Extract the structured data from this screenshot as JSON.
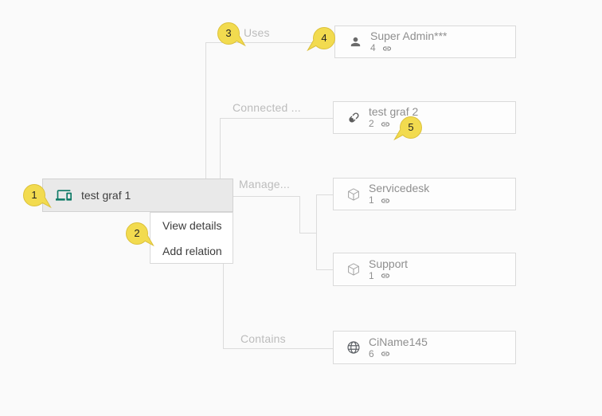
{
  "labels": {
    "uses": "Uses",
    "connected": "Connected ...",
    "manage": "Manage...",
    "contains": "Contains"
  },
  "nodes": {
    "root": {
      "title": "test graf 1",
      "icon": "devices-icon"
    },
    "super_admin": {
      "title": "Super Admin***",
      "count": "4",
      "icon": "person-icon"
    },
    "test_graf_2": {
      "title": "test graf 2",
      "count": "2",
      "icon": "broken-link-icon"
    },
    "servicedesk": {
      "title": "Servicedesk",
      "count": "1",
      "icon": "cube-icon"
    },
    "support": {
      "title": "Support",
      "count": "1",
      "icon": "cube-icon"
    },
    "ciname145": {
      "title": "CiName145",
      "count": "6",
      "icon": "globe-icon"
    }
  },
  "menu": {
    "view_details": "View details",
    "add_relation": "Add relation"
  },
  "badges": {
    "b1": "1",
    "b2": "2",
    "b3": "3",
    "b4": "4",
    "b5": "5"
  },
  "colors": {
    "badge_yellow": "#F2DB4F",
    "badge_yellow_border": "#DCC13A",
    "root_icon_teal": "#0D7A66",
    "connector_line": "#DCDCDC",
    "node_border": "#DADADA",
    "root_fill": "#E9E9E9"
  }
}
